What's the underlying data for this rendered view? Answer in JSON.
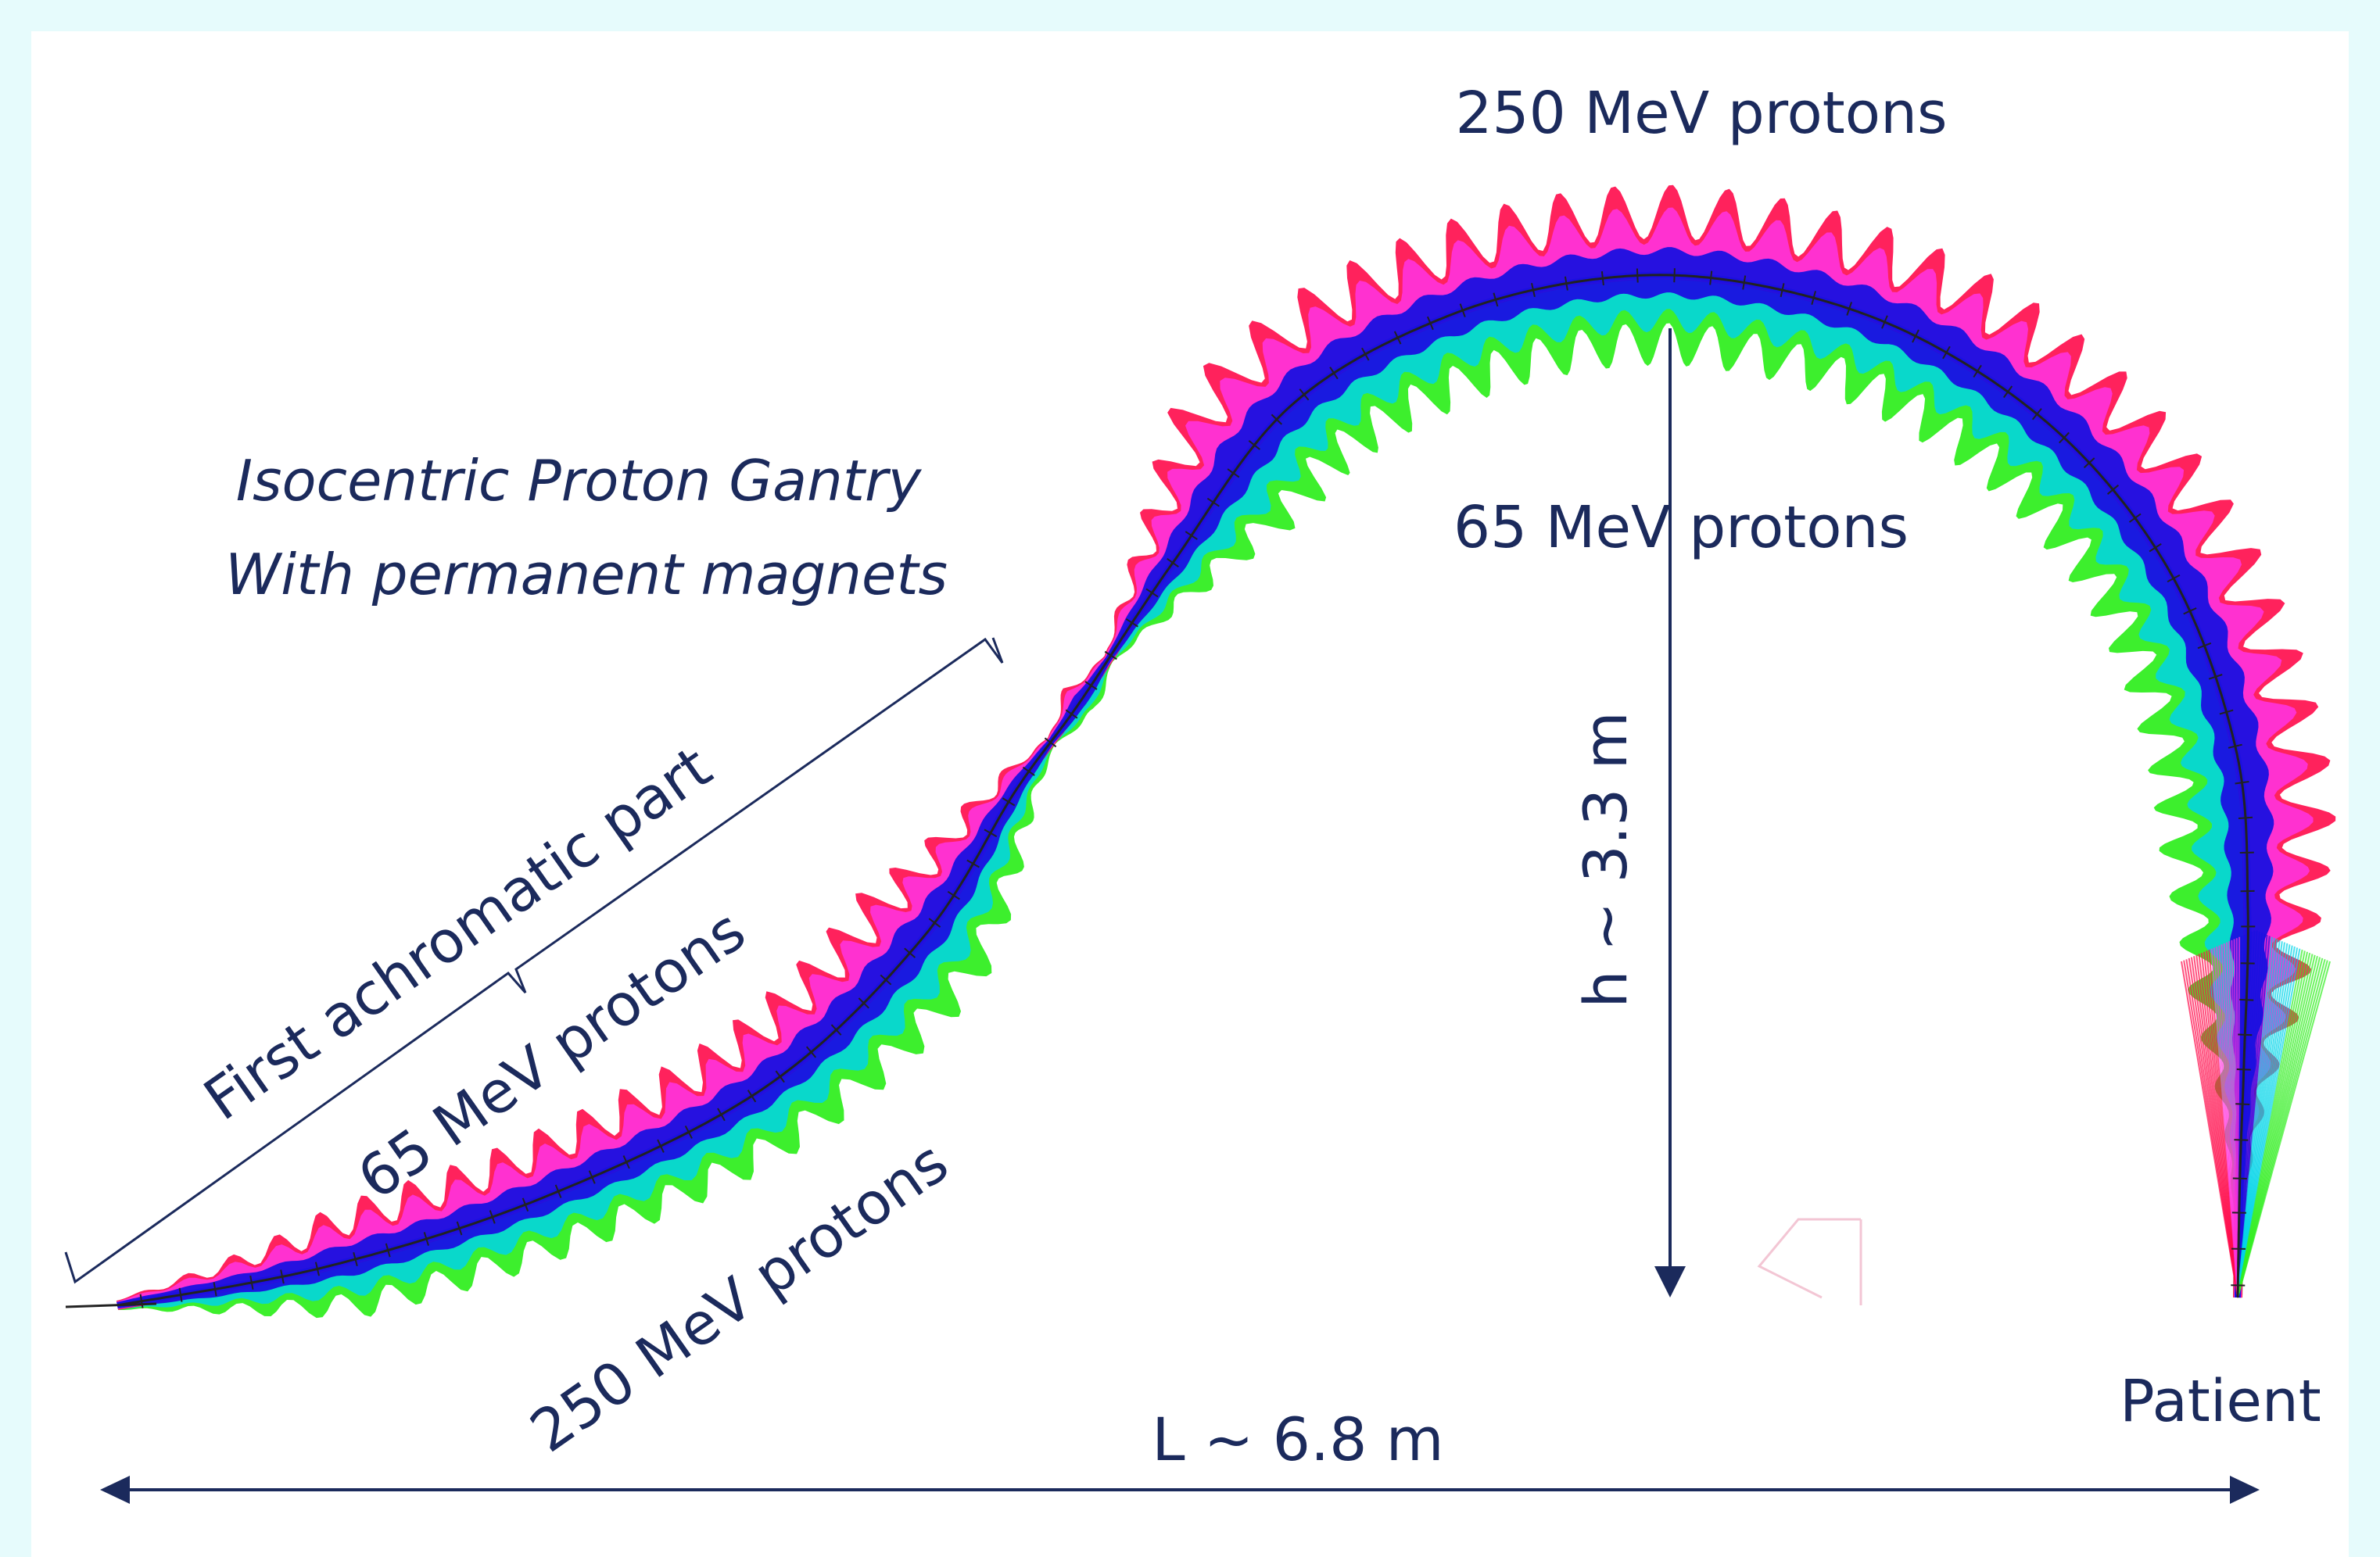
{
  "title": {
    "line1": "Isocentric Proton Gantry",
    "line2": "With permanent magnets"
  },
  "labels": {
    "top_high_energy": "250 MeV protons",
    "top_low_energy": "65 MeV protons",
    "first_part": "First achromatic part",
    "lower_low_energy": "65 MeV protons",
    "lower_high_energy": "250 MeV protons",
    "patient": "Patient"
  },
  "dimensions": {
    "height": "h ~ 3.3 m",
    "length": "L ~ 6.8 m"
  },
  "colors": {
    "text": "#1b2a5c",
    "background": "#e6fbfc",
    "high_energy_envelope": "#33ee22",
    "mid_envelope": "#00d4e8",
    "core": "#1a10e0",
    "low_energy_envelope": "#ff0a4a",
    "low_energy_inner": "#ff33dd"
  }
}
